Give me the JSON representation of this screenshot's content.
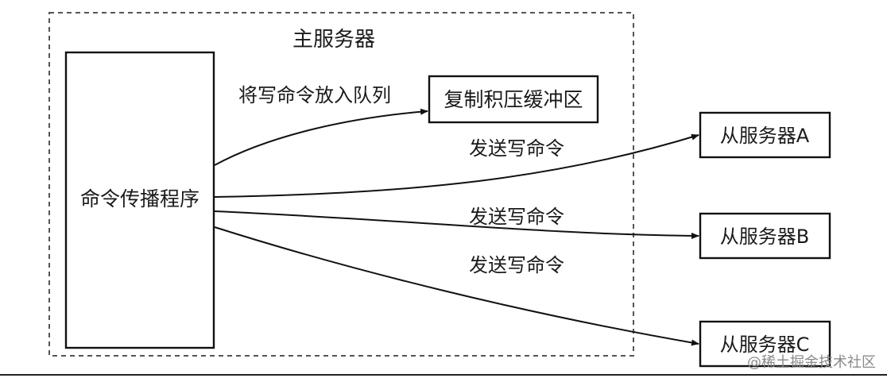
{
  "diagram": {
    "master_label": "主服务器",
    "propagator_label": "命令传播程序",
    "backlog_label": "复制积压缓冲区",
    "queue_edge_label": "将写命令放入队列",
    "slaves": [
      {
        "label": "从服务器A",
        "edge_label": "发送写命令"
      },
      {
        "label": "从服务器B",
        "edge_label": "发送写命令"
      },
      {
        "label": "从服务器C",
        "edge_label": "发送写命令"
      }
    ]
  },
  "watermark": "@稀土掘金技术社区",
  "colors": {
    "line": "#111111",
    "dashed_border": "#555555",
    "text": "#1a1a1a",
    "watermark": "#8a8a8a"
  }
}
